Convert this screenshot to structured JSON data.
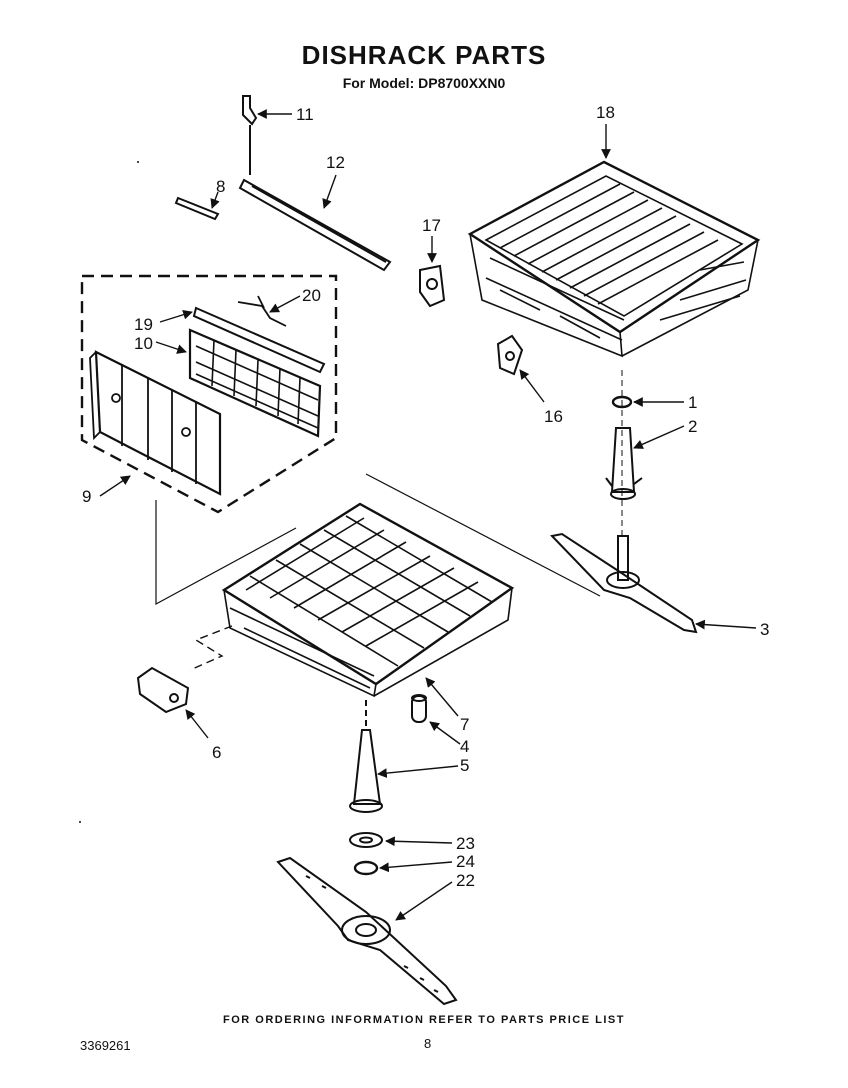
{
  "header": {
    "title": "DISHRACK PARTS",
    "subtitle": "For Model: DP8700XXN0"
  },
  "callouts": {
    "p1": "1",
    "p2": "2",
    "p3": "3",
    "p4": "4",
    "p5": "5",
    "p6": "6",
    "p7": "7",
    "p8": "8",
    "p9": "9",
    "p10": "10",
    "p11": "11",
    "p12": "12",
    "p16": "16",
    "p17": "17",
    "p18": "18",
    "p19": "19",
    "p20": "20",
    "p22": "22",
    "p23": "23",
    "p24": "24"
  },
  "footer": {
    "note": "FOR ORDERING INFORMATION REFER TO PARTS PRICE LIST",
    "doc_number": "3369261",
    "page_number": "8"
  }
}
